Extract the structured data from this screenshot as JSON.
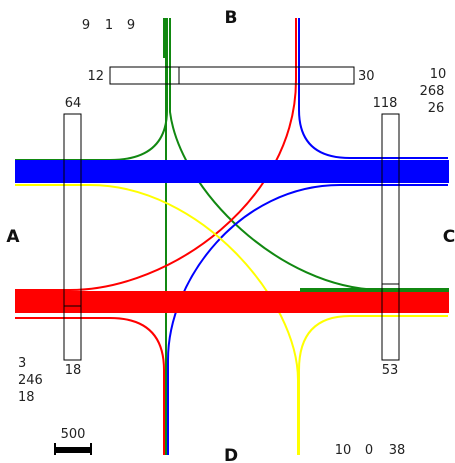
{
  "nodes": {
    "north": "B",
    "west": "A",
    "east": "C",
    "south": "D"
  },
  "counts": {
    "north_top": [
      "9",
      "1",
      "9"
    ],
    "north_bar_left": "12",
    "north_bar_right": "30",
    "east_top": [
      "10",
      "268",
      "26"
    ],
    "west_bar_top": "64",
    "east_bar_top": "118",
    "west_bar_bottom": "18",
    "east_bar_bottom": "53",
    "west_bottom": [
      "3",
      "246",
      "18"
    ],
    "south_bottom": [
      "10",
      "0",
      "38"
    ]
  },
  "scale": {
    "label": "500"
  },
  "colors": {
    "blue": "#0000ff",
    "red": "#ff0000",
    "green": "#118811",
    "yellow": "#ffff00"
  }
}
